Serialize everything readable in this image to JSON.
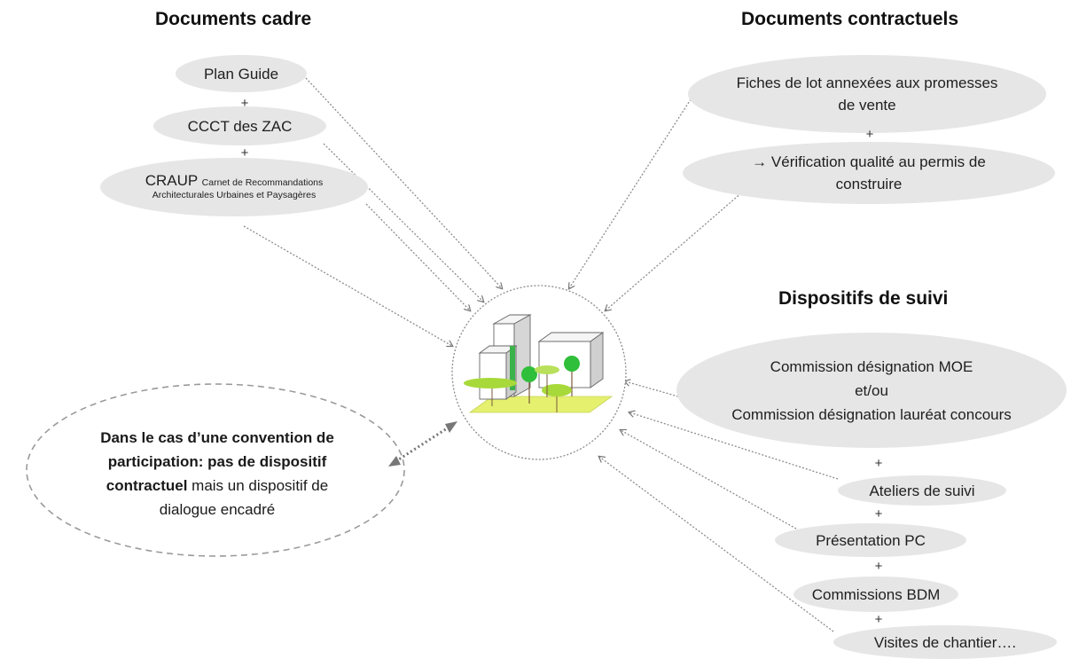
{
  "headings": {
    "cadre": "Documents cadre",
    "contractuels": "Documents contractuels",
    "suivi": "Dispositifs de suivi"
  },
  "cadre": {
    "plan_guide": "Plan Guide",
    "plus1": "+",
    "ccct": "CCCT des ZAC",
    "plus2": "+",
    "craup_big": "CRAUP",
    "craup_small1": "Carnet de Recommandations",
    "craup_small2": "Architecturales Urbaines et Paysagères"
  },
  "contractuels": {
    "fiches_line1": "Fiches de lot annexées aux promesses",
    "fiches_line2": "de vente",
    "plus": "+",
    "verif_line1": "→ Vérification qualité au permis de",
    "verif_line2": "construire"
  },
  "suivi": {
    "commission_line1": "Commission désignation MOE",
    "commission_line2": "et/ou",
    "commission_line3": "Commission désignation lauréat concours",
    "plus1": "+",
    "ateliers": "Ateliers de suivi",
    "plus2": "+",
    "presentation": "Présentation PC",
    "plus3": "+",
    "commissions_bdm": "Commissions BDM",
    "plus4": "+",
    "visites": "Visites de chantier…."
  },
  "convention": {
    "bold1": "Dans le cas d’une convention de",
    "bold2": "participation: pas de dispositif",
    "bold3": "contractuel",
    "rest3": " mais un dispositif de",
    "line4": "dialogue encadré"
  },
  "colors": {
    "pill": "#e6e6e6",
    "arrow": "#8c8c8c",
    "ground": "#e4f06e",
    "tree_green": "#2fbf3a",
    "canopy": "#a8d93a"
  }
}
